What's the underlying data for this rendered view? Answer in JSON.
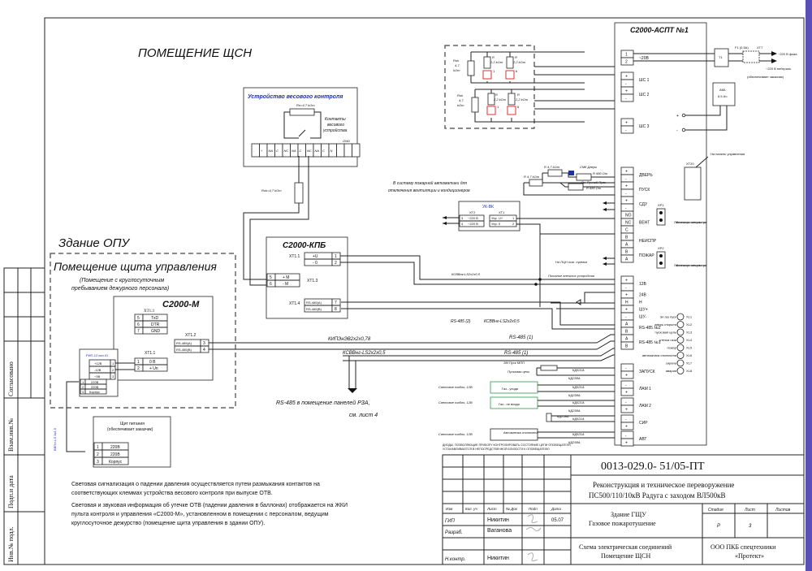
{
  "sheet": {
    "room_title": "ПОМЕЩЕНИЕ ЩСН",
    "building_title": "Здание ОПУ",
    "control_room_title": "Помещение щита управления",
    "control_room_note": [
      "(Помещение с круглосуточным",
      "пребыванием дежурного персонала)"
    ],
    "rs485_note": [
      "RS-485  в  помещение панелей РЗА,",
      "см. лист 4"
    ],
    "notes": [
      "Световая сигнализация о падении давления осуществляется путем размыкания контактов на",
      "соответствующих клеммах устройства весового контроля при выпуске ОТВ.",
      "Световая и звуковая информация об утечке ОТВ (падении давления в баллонах) отображается на  ЖКИ",
      "пульта контроля и управления «С2000-М», установленном в помещении с персоналом, ведущим",
      "круглосуточное дежурство (помещение щита управления в здании ОПУ)."
    ],
    "side_stamps": [
      "Согласовано",
      "Взам.инв.№",
      "Подп.и дата",
      "Инв.№ подл."
    ]
  },
  "aspt": {
    "title": "С2000-АСПТ №1",
    "groups": [
      {
        "label": "~20В",
        "pins": [
          "1",
          "2"
        ]
      },
      {
        "label": "ШС 1",
        "pins": [
          "+",
          "-"
        ]
      },
      {
        "label": "ШС 2",
        "pins": [
          "+",
          "-"
        ]
      },
      {
        "label": "ШС 3",
        "pins": [
          "+",
          "-"
        ]
      },
      {
        "label": "ДВЕРЬ",
        "pins": [
          "+",
          "-"
        ]
      },
      {
        "label": "ПУСК",
        "pins": [
          "+",
          "-"
        ]
      },
      {
        "label": "СДУ",
        "pins": [
          "+",
          "-"
        ]
      },
      {
        "label": "ВЕНТ",
        "pins": [
          "NO",
          "NC",
          "C"
        ]
      },
      {
        "label": "НЕИСПР",
        "pins": [
          "B",
          "A"
        ]
      },
      {
        "label": "ПОЖАР",
        "pins": [
          "B",
          "A"
        ]
      },
      {
        "label": "12В",
        "pins": [
          "+",
          "-"
        ]
      },
      {
        "label": "24В",
        "pins": [
          "+"
        ]
      },
      {
        "label": "Н",
        "pins": [
          "Н"
        ]
      },
      {
        "label": "ШУ+",
        "pins": [
          "+"
        ]
      },
      {
        "label": "ШУ-",
        "pins": [
          "-"
        ]
      },
      {
        "label": "RS-485 №2",
        "pins": [
          "A",
          "B"
        ]
      },
      {
        "label": "RS-485 №1",
        "pins": [
          "A",
          "B"
        ]
      },
      {
        "label": "ЗАПУСК",
        "pins": [
          "-",
          "+"
        ]
      },
      {
        "label": "ЛАМ 1",
        "pins": [
          "-",
          "+"
        ]
      },
      {
        "label": "ЛАМ 2",
        "pins": [
          "-",
          "+"
        ]
      },
      {
        "label": "СИР",
        "pins": [
          "-",
          "+"
        ]
      },
      {
        "label": "АВТ",
        "pins": [
          "-",
          "+"
        ]
      }
    ],
    "indicators": [
      {
        "id": "XL1",
        "label": "Эл.газ пуск"
      },
      {
        "id": "XL2",
        "label": "дверь открыта"
      },
      {
        "id": "XL3",
        "label": "пусковая цепь"
      },
      {
        "id": "XL4",
        "label": "утечка газа"
      },
      {
        "id": "XL5",
        "label": "пожар"
      },
      {
        "id": "XL6",
        "label": "автоматика отключена"
      },
      {
        "id": "XL7",
        "label": "сирена"
      },
      {
        "id": "XL8",
        "label": "авария"
      }
    ],
    "xt20": "XT20",
    "xt20_note": "На панель управления",
    "xp1": "XP1",
    "xp2": "XP2",
    "xp_note": "Подключение сопротивления резистора",
    "akb": [
      "АКБ",
      "6,5 Ач"
    ],
    "plus": "+",
    "minus": "-"
  },
  "power": {
    "t1": "T1",
    "fuse": "F1 (0,5A)",
    "xt": "XT7",
    "phase": "~220 В фаза",
    "neutral": "~220 В нейтраль",
    "customer": "(обеспечивает заказчик)"
  },
  "sensors": {
    "rok": [
      "Rok",
      "4,7",
      "kOm"
    ],
    "r": [
      "R",
      "2,2 kOm"
    ],
    "n1": "1",
    "n2": "6"
  },
  "door": {
    "r1": "R 4,7 kOm",
    "r2": "R 4,7 kOm",
    "smk": "СМК Двери",
    "manual": "Вх. Ручной Пуск",
    "r680": "R 680 Om"
  },
  "weight": {
    "title": "Устройство весового контроля",
    "rn": "Rn=4,7 kOm",
    "contacts": [
      "Контакты",
      "весового",
      "устройства"
    ],
    "gnd": "GND",
    "terms": [
      "-",
      "+",
      "NА",
      "C",
      "NC",
      "NА",
      "C",
      "NC",
      "NА",
      "C",
      "N",
      "",
      "",
      ""
    ],
    "rok": "Rok=4,7 kOm"
  },
  "kpb": {
    "title": "С2000-КПБ",
    "xt11": "XT1.1",
    "xt13": "XT1.3",
    "xt14": "XT1.4",
    "rows11": [
      [
        "+U",
        "1"
      ],
      [
        "- 0",
        "2"
      ]
    ],
    "rows13": [
      [
        "5",
        "+ M"
      ],
      [
        "6",
        "- M"
      ]
    ],
    "rows14": [
      [
        "RS-485(A)",
        "7"
      ],
      [
        "RS-485(B)",
        "8"
      ]
    ]
  },
  "ukvk": {
    "title": "УК-ВК",
    "xt2": "XT2",
    "xt1": "XT1",
    "rows2": [
      [
        "3",
        "~220 В"
      ],
      [
        "4",
        "~220 В"
      ]
    ],
    "rows1": [
      [
        "Упр. U+",
        "1"
      ],
      [
        "Упр. 0",
        "2"
      ]
    ],
    "note": [
      "В систему пожарной автоматики для",
      "отключения вентиляции и кондиционеров"
    ]
  },
  "c2000m": {
    "title": "С2000-М",
    "xt13": "XT1.3",
    "xt12": "XT1.2",
    "xt11": "XT1.1",
    "rows13": [
      [
        "5",
        "TxD"
      ],
      [
        "6",
        "DTR"
      ],
      [
        "7",
        "GND"
      ]
    ],
    "rows12": [
      [
        "RS-485(A)",
        "3"
      ],
      [
        "RS-485(B)",
        "4"
      ]
    ],
    "rows11": [
      [
        "1",
        "0 В"
      ],
      [
        "2",
        "+ Uп"
      ]
    ]
  },
  "bbp": {
    "title": "РИП-12 исп.01",
    "rows_out": [
      [
        "+12В",
        "1"
      ],
      [
        "-12В",
        "2"
      ],
      [
        "~0В",
        "3"
      ]
    ],
    "rows_in": [
      [
        "1",
        "220В"
      ],
      [
        "2",
        "220В"
      ],
      [
        "3",
        "Корпус"
      ]
    ],
    "cable": "ВВГнг-LS 3x1,5"
  },
  "psu_panel": {
    "title": [
      "Щит питания",
      "(обеспечивает заказчик)"
    ],
    "rows": [
      [
        "1",
        "220В"
      ],
      [
        "2",
        "220В"
      ],
      [
        "3",
        "Корпус"
      ]
    ]
  },
  "cables": {
    "kpb_line": "КСВВнг-LS2x2x0,5",
    "rs485_2": "RS-485 (2)",
    "rs485_2_cable": "КСВВнг-LS2x2x0,5",
    "rs485_1a": "RS-485 (1)",
    "rs485_1b": "RS-485 (1)",
    "kip": "КИПЭнЭВ2x2x0,78",
    "kcvv": "КСВВнг-LS2x2x0,5",
    "to_pch": "На ПЦН  пож. тревог",
    "ext_power": "Питание внешних устройств"
  },
  "outputs": {
    "start_circuit": "Пусковая цепь",
    "mpp": "ЗМ Пуск МПП",
    "sign": "Световое табло, 12В",
    "boxes": [
      "Газ - уходи",
      "Газ - не входи",
      "Автоматика отключена"
    ],
    "diode_a": "КД521А",
    "diode_b": "КД258А",
    "footer": [
      "ДИОДЫ, ПОЗВОЛЯЮЩИЕ ПРИБОРУ КОНТРОЛИРОВАТЬ СОСТОЯНИЕ ЦЕПИ ОПОВЕЩАТЕЛЯ,",
      "УСТАНАВЛИВАЮТСЯ В НЕПОСРЕДСТВЕННОЙ БЛИЗОСТИ К ОПОВЕЩАТЕЛЮ"
    ]
  },
  "title_block": {
    "doc_code": "0013-029.0- 51/05-ПТ",
    "project": [
      "Реконструкция и техническое переворужение",
      "ПС500/110/10кВ Радуга с заходом ВЛ500кВ"
    ],
    "col_headers": [
      "Изм",
      "Кол. уч",
      "Лист",
      "№ Док",
      "Подп",
      "Дата"
    ],
    "rows": [
      {
        "role": "ГИП",
        "name": "Никитин",
        "date": "05.07"
      },
      {
        "role": "Разраб.",
        "name": "Ваганова",
        "date": ""
      },
      {
        "role": "Н.контр.",
        "name": "Никитин",
        "date": ""
      }
    ],
    "building": [
      "Здание ГЩУ",
      "Газовое пожаротушение"
    ],
    "stage_headers": [
      "Стадия",
      "Лист",
      "Листов"
    ],
    "stage": "Р",
    "sheet": "3",
    "sheets": "",
    "scheme": [
      "Схема электрическая соединений",
      "Помещение ЩСН"
    ],
    "company": [
      "ООО ПКБ спецтехники",
      "«Протект»"
    ]
  }
}
